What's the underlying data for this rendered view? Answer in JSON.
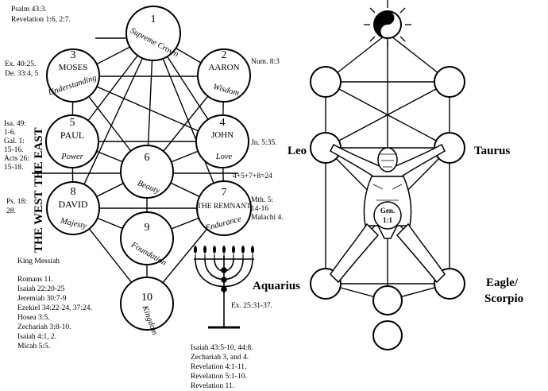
{
  "left_tree": {
    "refs": {
      "psalm": [
        "Psalm 43:3.",
        "Revelation 1:6, 2:7."
      ],
      "moses": [
        "Ex. 40:25.",
        "De. 33:4, 5"
      ],
      "aaron": "Num. 8:3",
      "paul": [
        "Isa. 49:",
        "1-6.",
        "Gal. 1:",
        "15-16.",
        "Acts 26:",
        "15-18."
      ],
      "john": "Jn. 5:35.",
      "david": [
        "Ps. 18:",
        "28."
      ],
      "remnant": [
        "Mth. 5:",
        "14-16",
        "Malachi 4."
      ],
      "king_messiah": [
        "Romans 11.",
        "Isaiah 22:20-25",
        "Jeremiah 30:7-9",
        "Ezekiel 34:22-24, 37:24.",
        "Hosea 3:5.",
        "Zechariah 3:8-10.",
        "Isaiah 4:1, 2.",
        "Micah 5:5."
      ],
      "menorah": "Ex. 25:31-37.",
      "bottom": [
        "Isaiah 43:5-10, 44:8.",
        "Zechariah 3, and 4.",
        "Revelation 4:1-11.",
        "Revelation 5:1-10.",
        "Revelation 11."
      ]
    },
    "sum_text": "4+5+7+8=24",
    "king_messiah_title": "King Messiah",
    "east_label": "THE EAST",
    "west_label": "THE WEST",
    "nodes": [
      {
        "num": "1",
        "name": "",
        "attr": "Supreme Crown"
      },
      {
        "num": "2",
        "name": "AARON",
        "attr": "Wisdom"
      },
      {
        "num": "3",
        "name": "MOSES",
        "attr": "Understanding"
      },
      {
        "num": "4",
        "name": "JOHN",
        "attr": "Love"
      },
      {
        "num": "5",
        "name": "PAUL",
        "attr": "Power"
      },
      {
        "num": "6",
        "name": "",
        "attr": "Beauty"
      },
      {
        "num": "7",
        "name": "THE REMNANT",
        "attr": "Endurance"
      },
      {
        "num": "8",
        "name": "DAVID",
        "attr": "Majesty"
      },
      {
        "num": "9",
        "name": "",
        "attr": "Foundation"
      },
      {
        "num": "10",
        "name": "",
        "attr": "Kingdom"
      }
    ]
  },
  "right_tree": {
    "labels": {
      "leo": "Leo",
      "taurus": "Taurus",
      "aquarius": "Aquarius",
      "eagle": "Eagle/",
      "scorpio": "Scorpio"
    },
    "medallion": [
      "Gen.",
      "1:1"
    ]
  }
}
